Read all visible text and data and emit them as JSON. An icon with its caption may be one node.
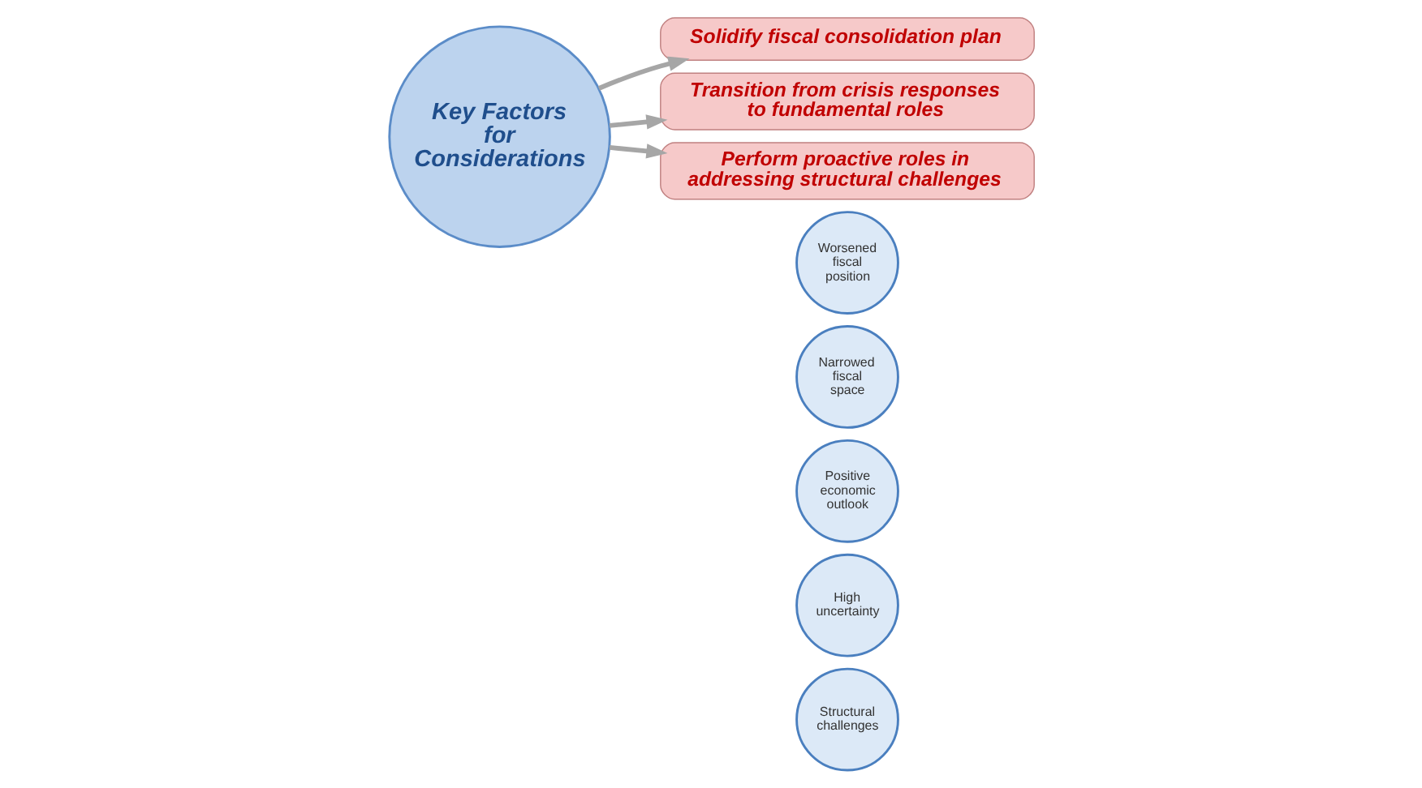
{
  "diagram": {
    "nodes": [
      {
        "text": [
          "Key Factors for Considerations"
        ]
      },
      {
        "text": [
          "Worsened fiscal position"
        ]
      },
      {
        "text": [
          "Narrowed fiscal space"
        ]
      },
      {
        "text": [
          "Positive economic outlook"
        ]
      },
      {
        "text": [
          "High uncertainty"
        ]
      },
      {
        "text": [
          "Structural challenges"
        ]
      },
      {
        "text": [
          "Solidify fiscal consolidation plan"
        ]
      },
      {
        "text": [
          "Transition from crisis responses to fundamental roles"
        ]
      },
      {
        "text": [
          "Perform proactive roles in addressing structural challenges"
        ]
      }
    ],
    "edges": [
      {
        "from": 0,
        "to": 6,
        "arrow": "to"
      },
      {
        "from": 0,
        "to": 7,
        "arrow": "to"
      },
      {
        "from": 0,
        "to": 8,
        "arrow": "to"
      }
    ]
  }
}
